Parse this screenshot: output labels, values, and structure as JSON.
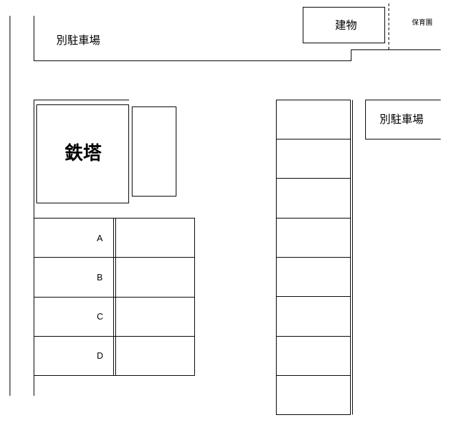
{
  "labels": {
    "separate_parking_top": "別駐車場",
    "building": "建物",
    "nursery": "保育園",
    "steel_tower": "鉄塔",
    "separate_parking_right": "別駐車場"
  },
  "parking_slots_left": [
    "A",
    "B",
    "C",
    "D"
  ]
}
